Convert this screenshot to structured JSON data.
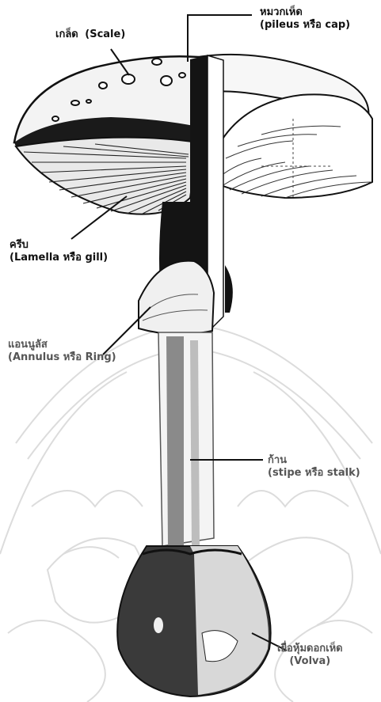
{
  "labels": {
    "scale": {
      "thai": "เกล็ด",
      "english": "(Scale)"
    },
    "pileus": {
      "thai": "หมวกเห็ด",
      "english": "(pileus หรือ cap)"
    },
    "lamella": {
      "thai": "ครีบ",
      "english": "(Lamella หรือ gill)"
    },
    "annulus": {
      "thai": "แอนนูลัส",
      "english": "(Annulus หรือ Ring)"
    },
    "stipe": {
      "thai": "ก้าน",
      "english": "(stipe หรือ stalk)"
    },
    "volva": {
      "thai": "เยื่อหุ้มดอกเห็ด",
      "english": "(Volva)"
    }
  },
  "colors": {
    "ink": "#111111",
    "watermark": "#d9d9d9",
    "stem_shade": "#8a8a8a",
    "gray_label": "#555555"
  }
}
